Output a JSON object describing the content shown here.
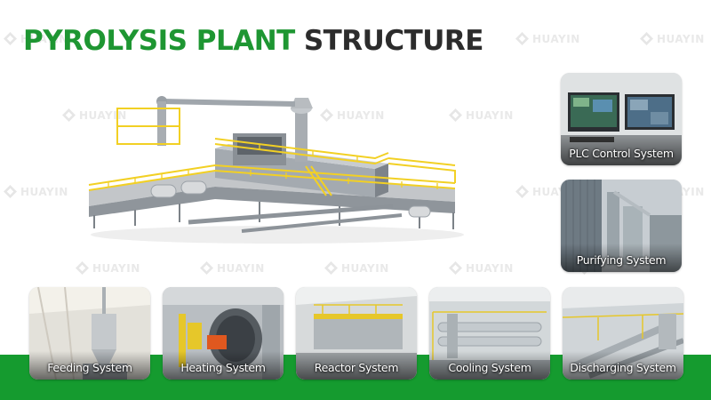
{
  "page": {
    "title_part1": "PYROLYSIS PLANT",
    "title_part2": "STRUCTURE"
  },
  "colors": {
    "brand_green": "#1e9632",
    "band_green": "#159b2f",
    "title_dark": "#2c2c2c",
    "plant_yellow": "#f2d024",
    "plant_steel": "#9aa1a8"
  },
  "watermark": {
    "text": "HUAYIN",
    "icon": "huayin-diamond-logo"
  },
  "hero": {
    "icon": "pyrolysis-plant-3d-render"
  },
  "systems": [
    {
      "label": "PLC Control System"
    },
    {
      "label": "Purifying System"
    },
    {
      "label": "Feeding System"
    },
    {
      "label": "Heating System"
    },
    {
      "label": "Reactor System"
    },
    {
      "label": "Cooling System"
    },
    {
      "label": "Discharging System"
    }
  ]
}
